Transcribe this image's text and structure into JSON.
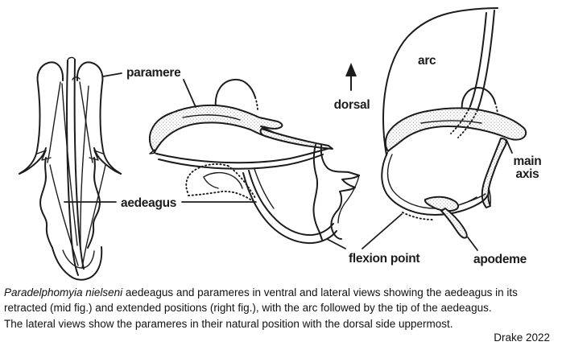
{
  "figure": {
    "labels": {
      "paramere": "paramere",
      "aedeagus": "aedeagus",
      "dorsal": "dorsal",
      "arc": "arc",
      "main_axis_line1": "main",
      "main_axis_line2": "axis",
      "flexion_point": "flexion point",
      "apodeme": "apodeme"
    },
    "colors": {
      "ink": "#1c1c1c",
      "background": "#ffffff",
      "stipple": "#9a9a9a",
      "caption_text": "#111111"
    }
  },
  "caption": {
    "species": "Paradelphomyia nielseni",
    "line1_rest": " aedeagus and parameres in ventral and lateral views showing the aedeagus in its",
    "line2": "retracted (mid fig.) and extended positions (right fig.), with the arc followed by the tip of the aedeagus.",
    "line3": "The lateral views show the parameres in their natural position with the dorsal side uppermost.",
    "attribution": "Drake 2022"
  }
}
